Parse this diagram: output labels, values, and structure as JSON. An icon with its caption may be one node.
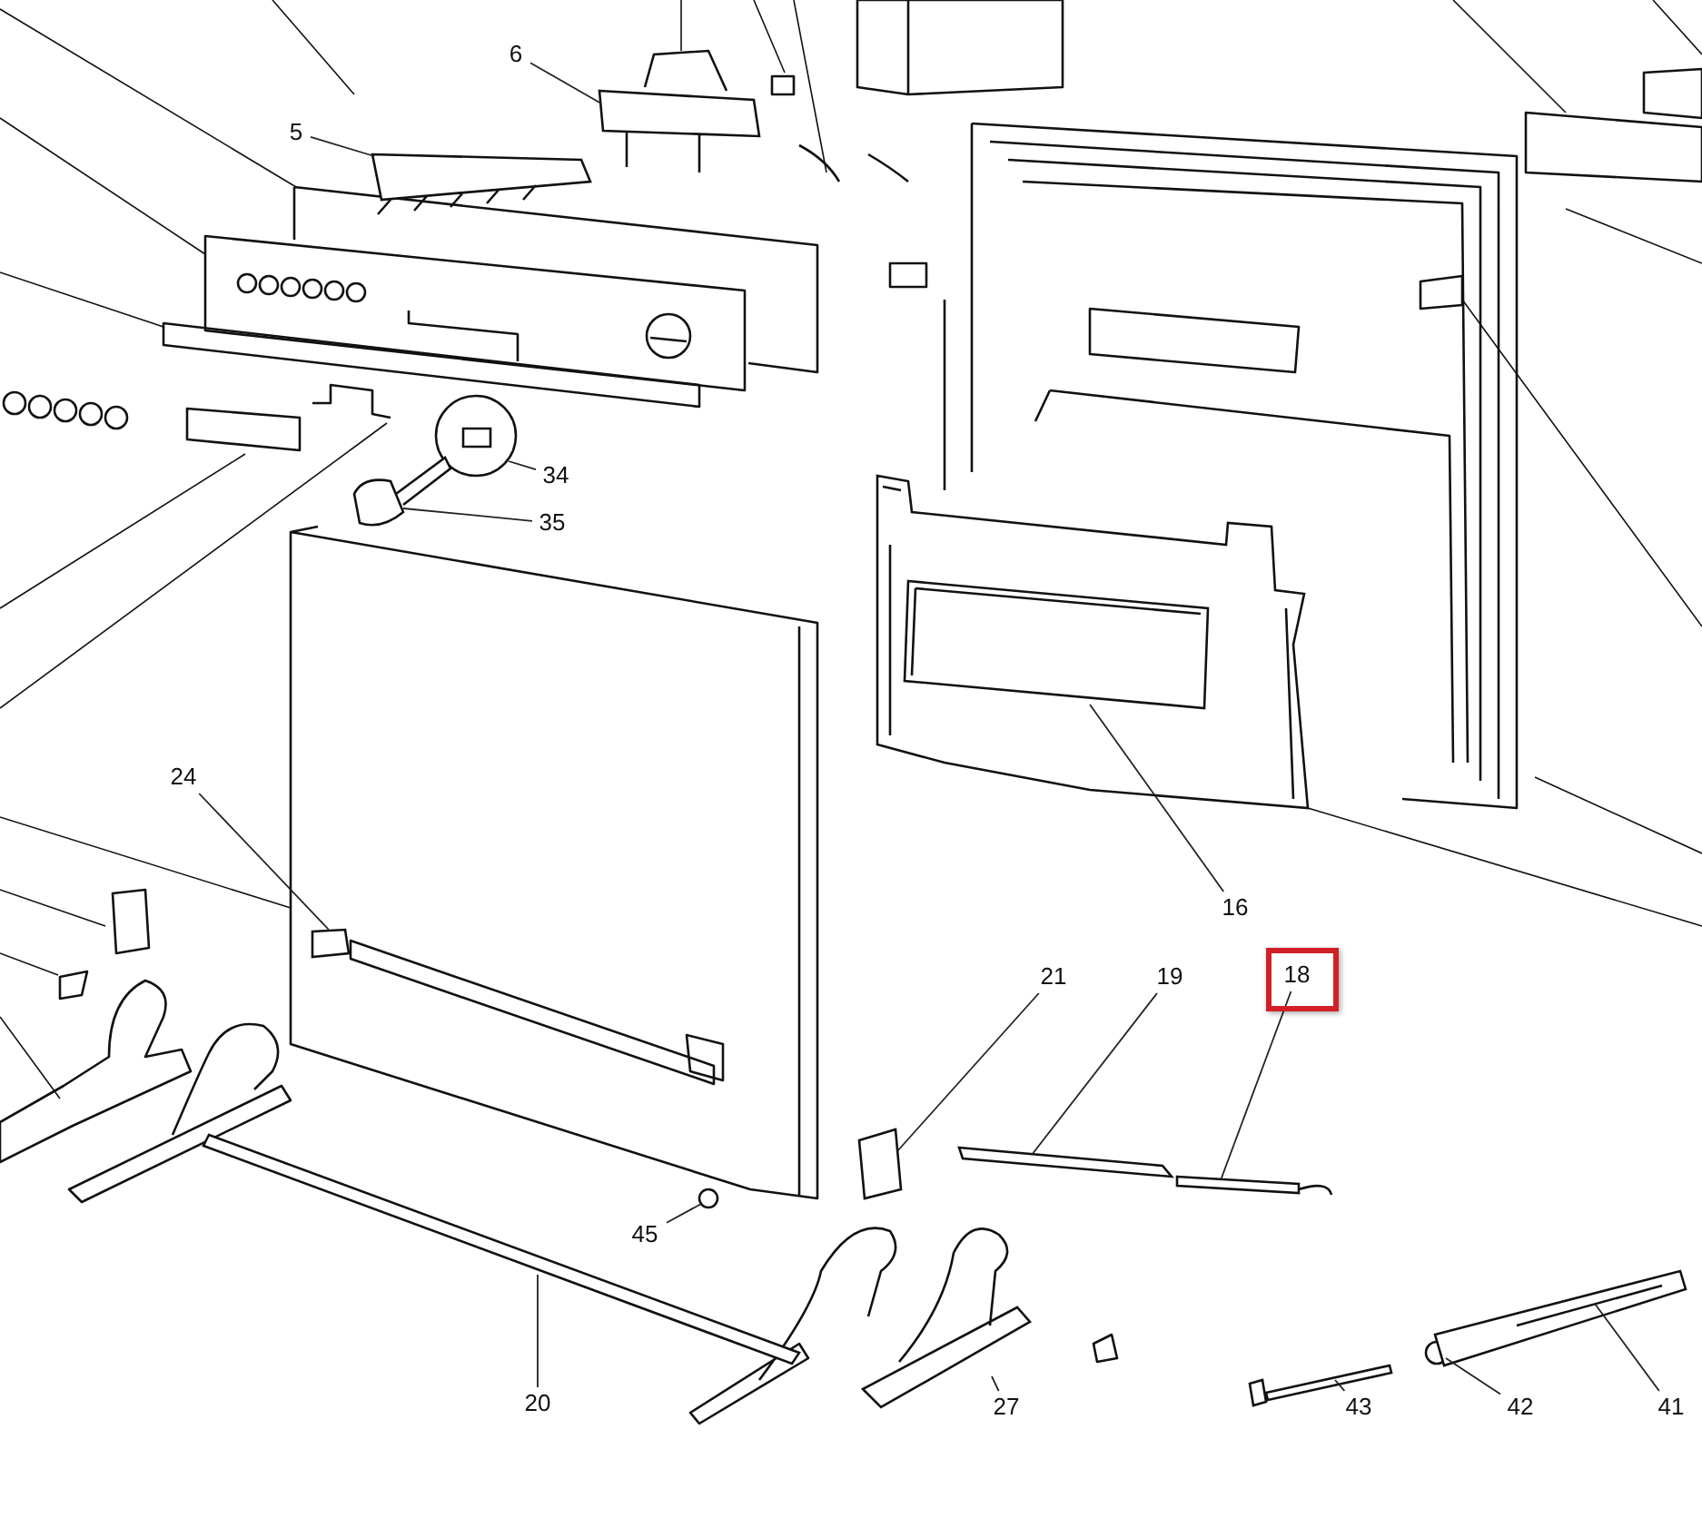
{
  "diagram": {
    "nodes": [
      {
        "text": [
          "6"
        ]
      },
      {
        "text": [],
        "shape": "picture"
      },
      {
        "text": [
          "5"
        ]
      },
      {
        "text": [],
        "shape": "picture"
      },
      {
        "text": [
          "34"
        ]
      },
      {
        "text": [],
        "shape": "picture"
      },
      {
        "text": [
          "35"
        ]
      },
      {
        "text": [],
        "shape": "picture"
      },
      {
        "text": [
          "24"
        ]
      },
      {
        "text": [],
        "shape": "box"
      },
      {
        "text": [
          "16"
        ]
      },
      {
        "text": [],
        "shape": "picture"
      },
      {
        "text": [
          "21"
        ]
      },
      {
        "text": [],
        "shape": "picture"
      },
      {
        "text": [
          "19"
        ]
      },
      {
        "text": [],
        "shape": "bar"
      },
      {
        "text": [],
        "shape": "box"
      },
      {
        "text": [
          "18"
        ],
        "in": 16
      },
      {
        "text": [],
        "shape": "picture"
      },
      {
        "text": [
          "45"
        ]
      },
      {
        "text": [],
        "shape": "picture"
      },
      {
        "text": [
          "20"
        ]
      },
      {
        "text": [],
        "shape": "picture"
      },
      {
        "text": [
          "27"
        ]
      },
      {
        "text": [],
        "shape": "picture"
      },
      {
        "text": [
          "43"
        ]
      },
      {
        "text": [],
        "shape": "picture"
      },
      {
        "text": [
          "42"
        ]
      },
      {
        "text": [],
        "shape": "picture"
      },
      {
        "text": [
          "41"
        ]
      },
      {
        "text": [],
        "shape": "picture"
      }
    ],
    "edges": [
      {
        "from": 0,
        "to": 1,
        "arrow": "none"
      },
      {
        "from": 2,
        "to": 3,
        "arrow": "none"
      },
      {
        "from": 4,
        "to": 5,
        "arrow": "none"
      },
      {
        "from": 6,
        "to": 7,
        "arrow": "none"
      },
      {
        "from": 8,
        "to": 9,
        "arrow": "none"
      },
      {
        "from": 10,
        "to": 11,
        "arrow": "none"
      },
      {
        "from": 12,
        "to": 13,
        "arrow": "none"
      },
      {
        "from": 14,
        "to": 15,
        "arrow": "none"
      },
      {
        "from": 17,
        "to": 18,
        "arrow": "none"
      },
      {
        "from": 19,
        "to": 20,
        "arrow": "none"
      },
      {
        "from": 21,
        "to": 22,
        "arrow": "none"
      },
      {
        "from": 23,
        "to": 24,
        "arrow": "none"
      },
      {
        "from": 25,
        "to": 26,
        "arrow": "none"
      },
      {
        "from": 27,
        "to": 28,
        "arrow": "none"
      },
      {
        "from": 29,
        "to": 30,
        "arrow": "none"
      }
    ]
  }
}
